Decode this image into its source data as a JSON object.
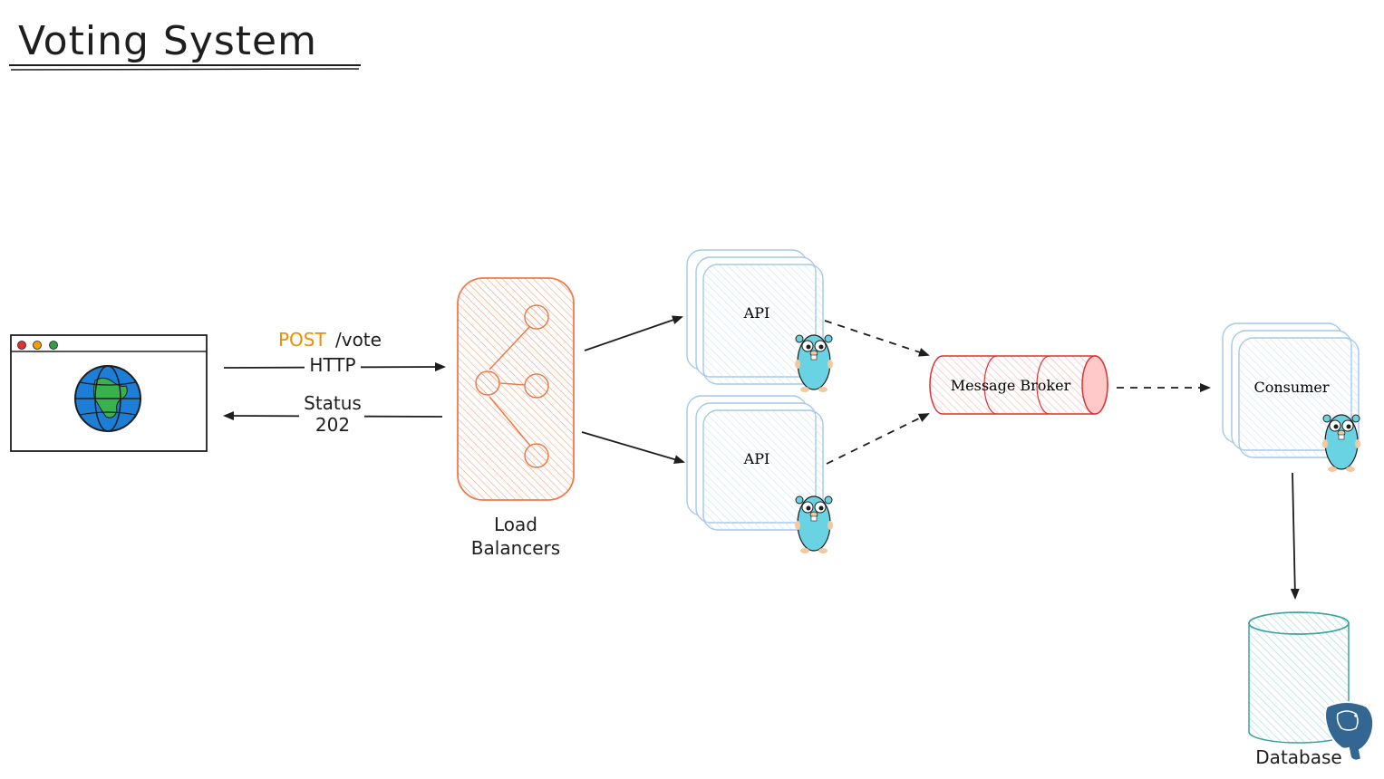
{
  "title": "Voting System",
  "labels": {
    "method": "POST",
    "path": "/vote",
    "protocol": "HTTP",
    "status_line1": "Status",
    "status_line2": "202",
    "lb_line1": "Load",
    "lb_line2": "Balancers",
    "api_top": "API",
    "api_bottom": "API",
    "broker": "Message Broker",
    "consumer": "Consumer",
    "database": "Database"
  },
  "colors": {
    "method": "#f08c00",
    "load_balancer": "#f07a4a",
    "api": "#a5c8e8",
    "broker": "#e03131",
    "database": "#3aa3a3",
    "gopher": "#6ad3e3"
  },
  "icons": {
    "browser": "browser-window-icon",
    "globe": "globe-icon",
    "network": "network-tree-icon",
    "gopher": "go-gopher-icon",
    "postgres": "postgresql-elephant-icon"
  }
}
